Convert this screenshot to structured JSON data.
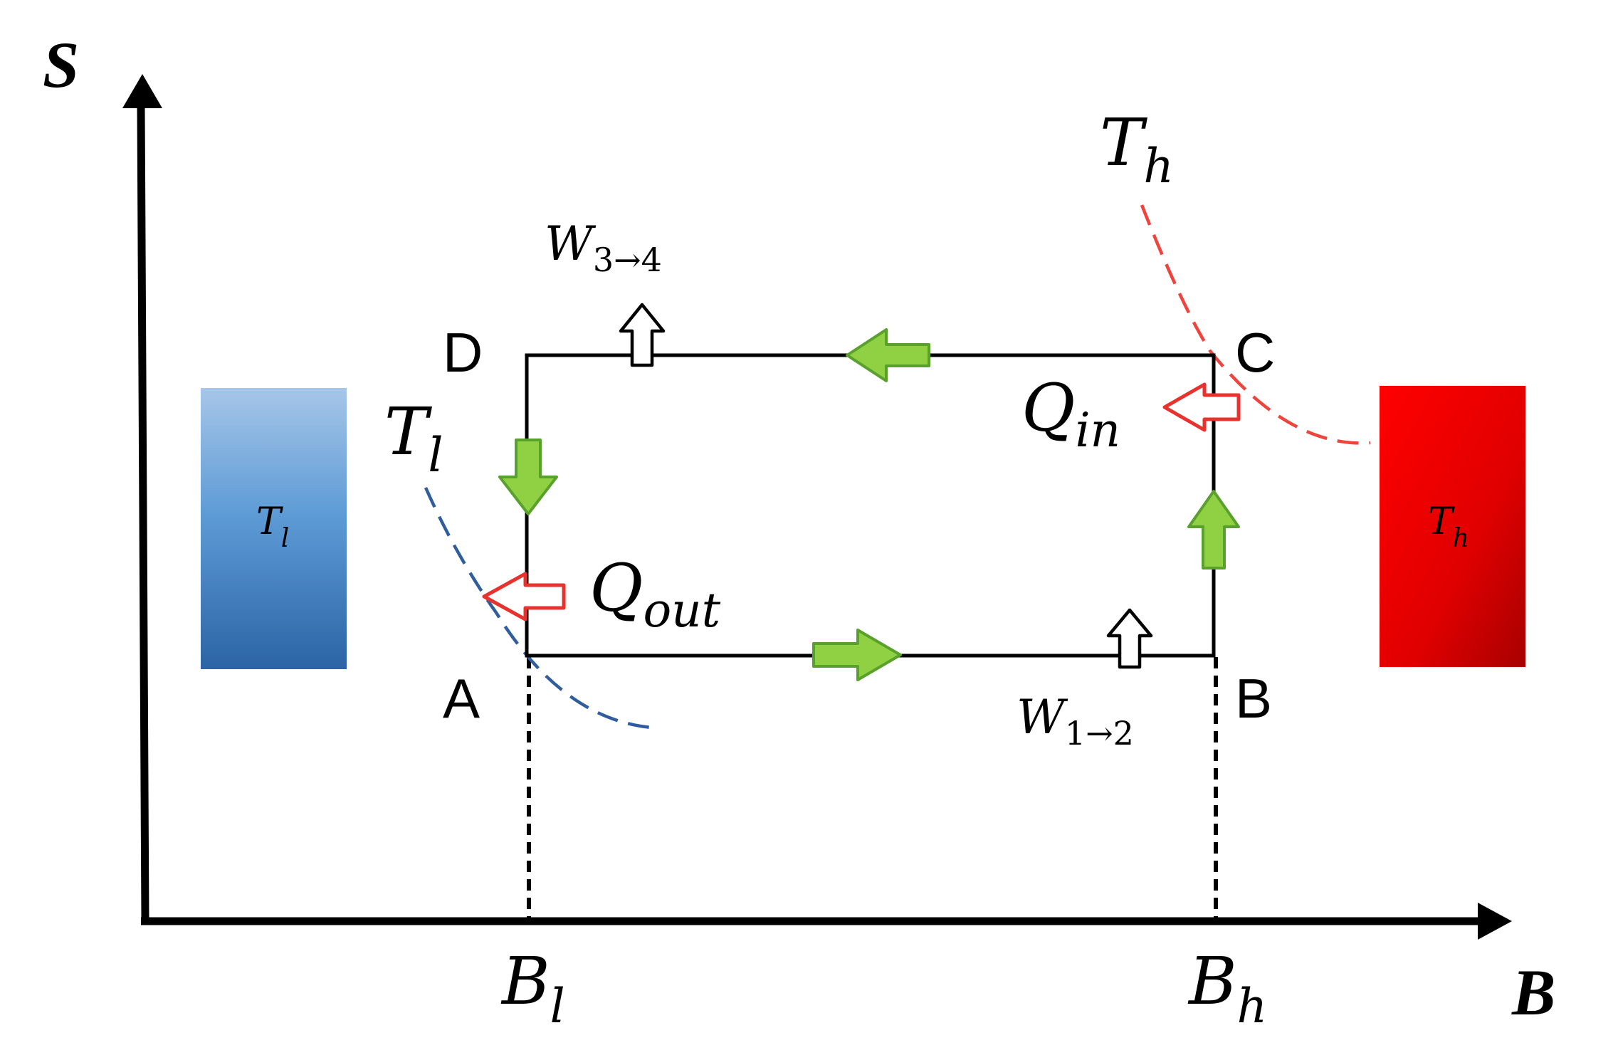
{
  "axes": {
    "y_label": "S",
    "x_label": "B"
  },
  "x_ticks": {
    "low": {
      "main": "B",
      "sub": "l"
    },
    "high": {
      "main": "B",
      "sub": "h"
    }
  },
  "points": {
    "A": "A",
    "B": "B",
    "C": "C",
    "D": "D"
  },
  "work": {
    "w12": {
      "main": "W",
      "sub": "1→2"
    },
    "w34": {
      "main": "W",
      "sub": "3→4"
    }
  },
  "heat": {
    "q_in": {
      "main": "Q",
      "sub": "in"
    },
    "q_out": {
      "main": "Q",
      "sub": "out"
    }
  },
  "isotherms": {
    "hot": {
      "main": "T",
      "sub": "h"
    },
    "cold": {
      "main": "T",
      "sub": "l"
    }
  },
  "reservoirs": {
    "cold": {
      "main": "T",
      "sub": "l"
    },
    "hot": {
      "main": "T",
      "sub": "h"
    }
  },
  "colors": {
    "cycle_arrow_fill": "#8fd142",
    "cycle_arrow_stroke": "#5aa02c",
    "heat_arrow": "#e8322d",
    "hot_isotherm": "#f0433c",
    "cold_isotherm": "#2f5d9e",
    "cold_reservoir_top": "#a7c6e8",
    "cold_reservoir_bottom": "#2c64a5",
    "hot_reservoir_top": "#ff0000",
    "hot_reservoir_bottom": "#a80000"
  }
}
